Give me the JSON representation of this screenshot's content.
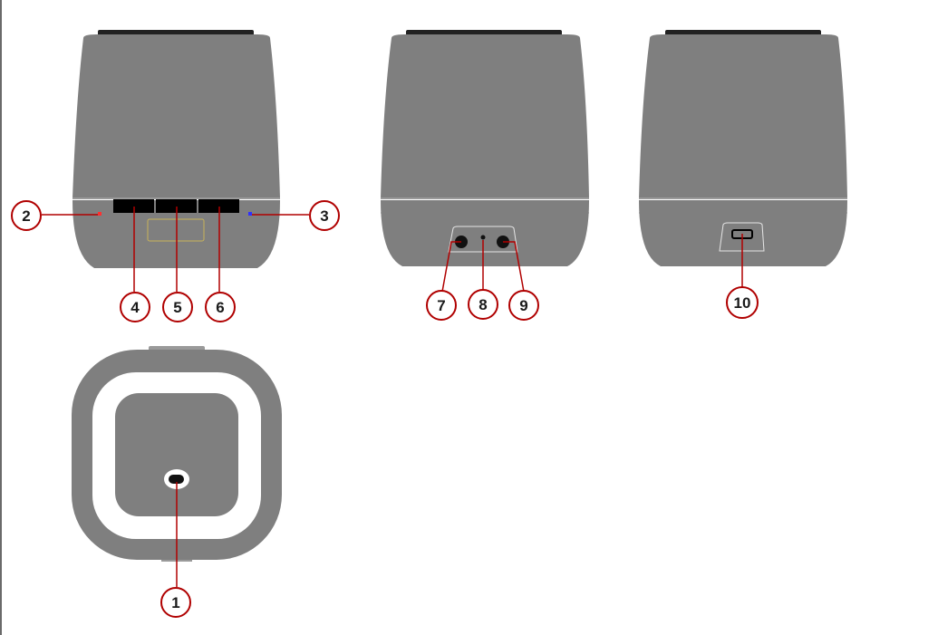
{
  "callouts": [
    {
      "id": "1",
      "label": "1"
    },
    {
      "id": "2",
      "label": "2"
    },
    {
      "id": "3",
      "label": "3"
    },
    {
      "id": "4",
      "label": "4"
    },
    {
      "id": "5",
      "label": "5"
    },
    {
      "id": "6",
      "label": "6"
    },
    {
      "id": "7",
      "label": "7"
    },
    {
      "id": "8",
      "label": "8"
    },
    {
      "id": "9",
      "label": "9"
    },
    {
      "id": "10",
      "label": "10"
    }
  ],
  "colors": {
    "body": "#7f7f7f",
    "body_dark": "#222222",
    "ring": "#ffffff",
    "callout_stroke": "#b00000",
    "led_red": "#ff3030",
    "led_blue": "#3030ff"
  }
}
